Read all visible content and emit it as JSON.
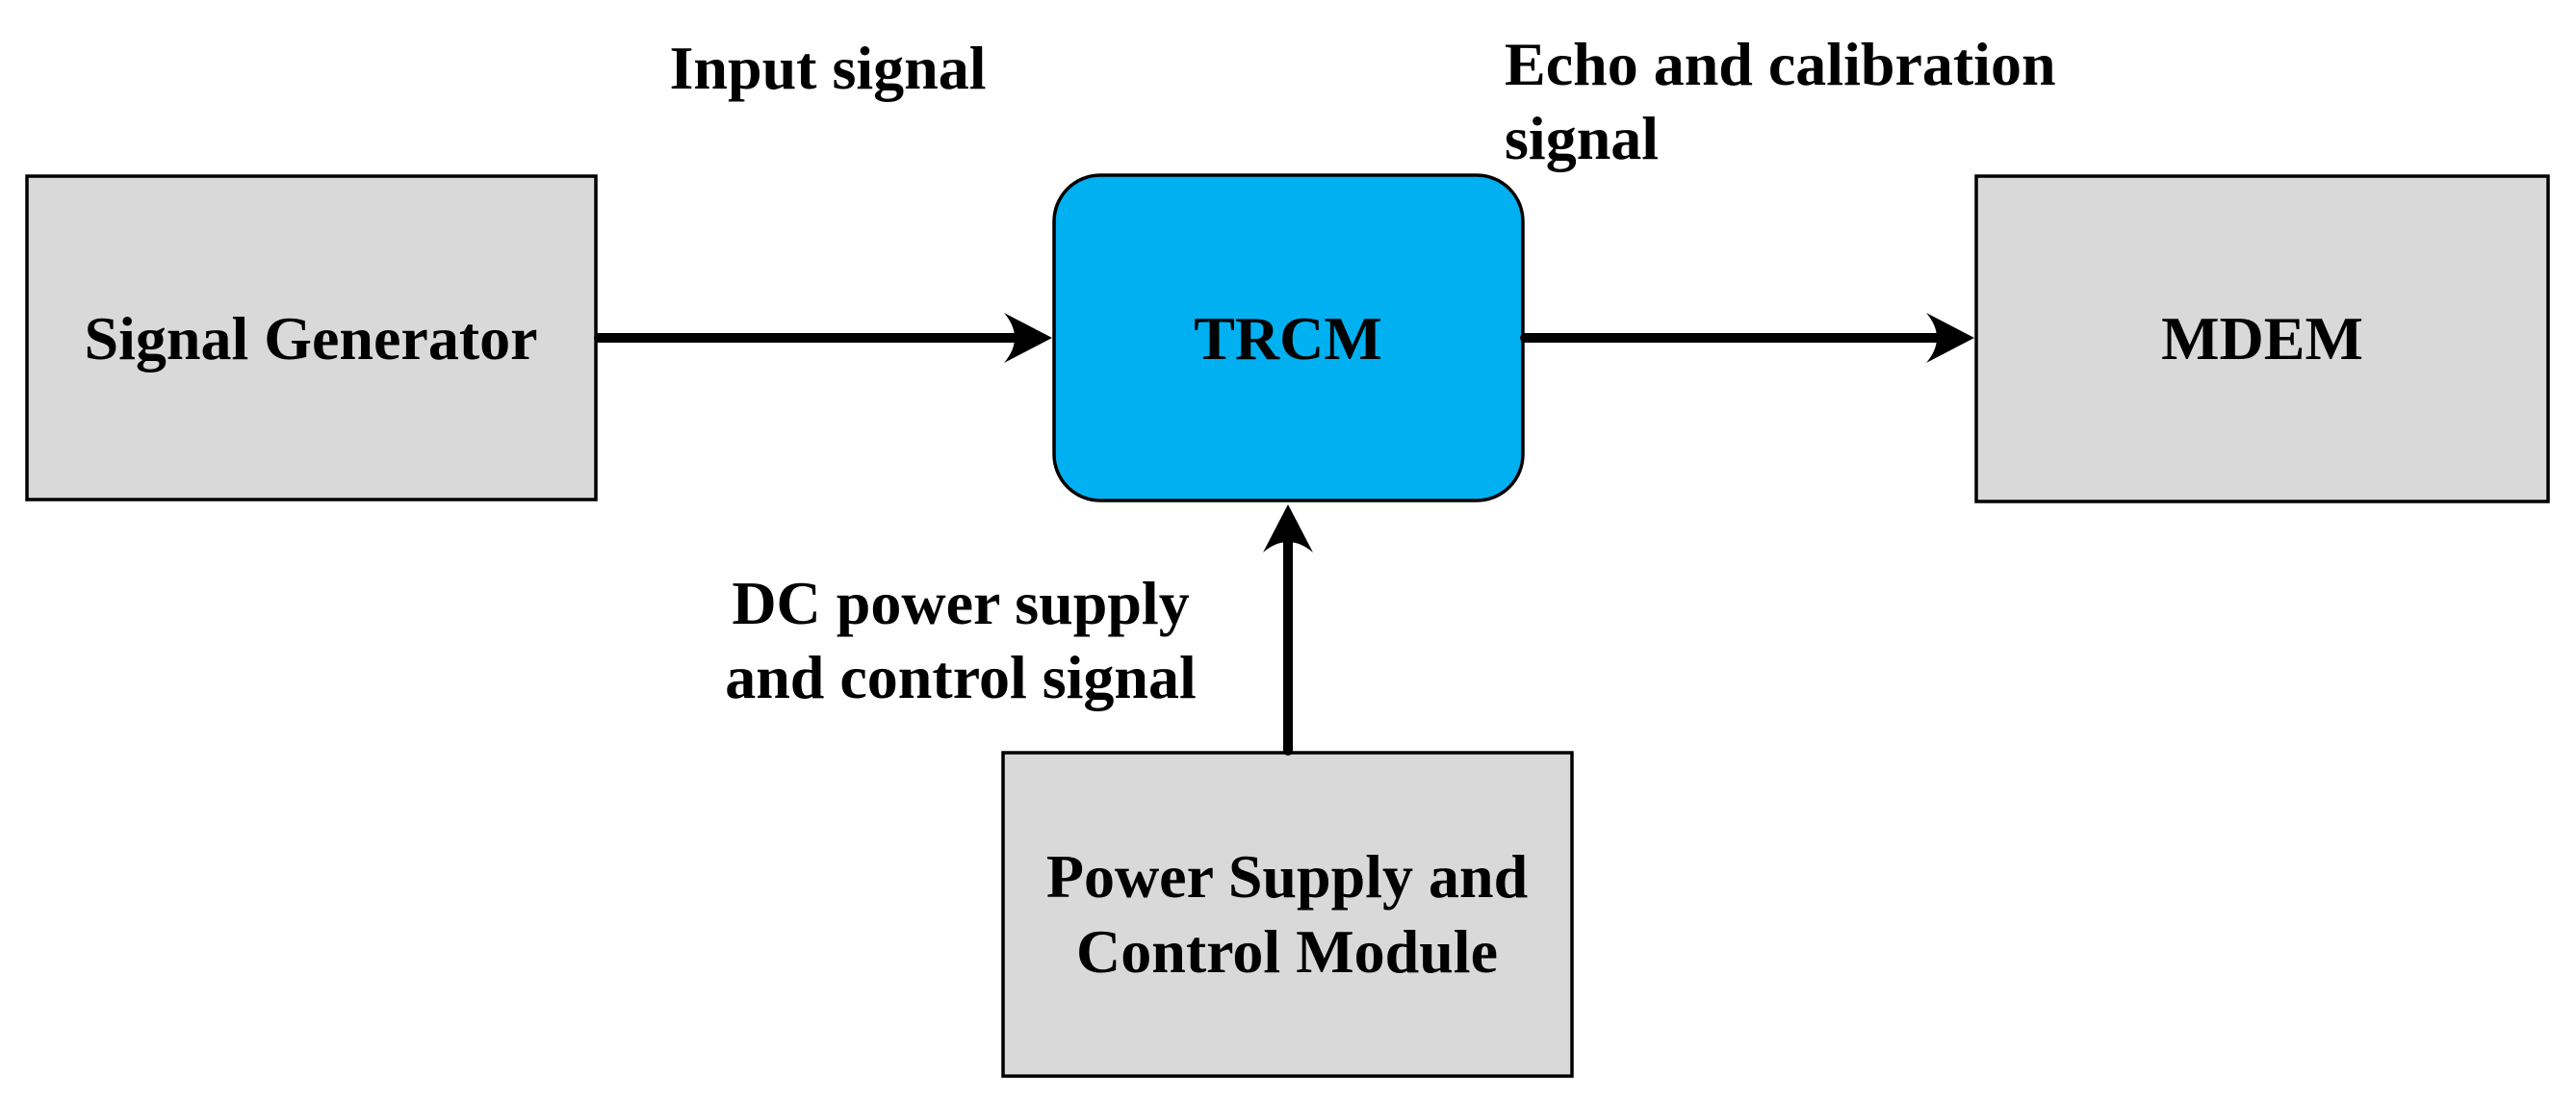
{
  "figure": {
    "type": "block-diagram",
    "background": "#ffffff"
  },
  "colors": {
    "module_fill": "#d9d9d9",
    "trcm_fill": "#00b0f0",
    "outline": "#000000",
    "arrow": "#000000",
    "text": "#000000"
  },
  "nodes": {
    "signal_generator": {
      "label": "Signal Generator"
    },
    "trcm": {
      "label": "TRCM"
    },
    "mdem": {
      "label": "MDEM"
    },
    "power_supply": {
      "label": "Power Supply and Control Module",
      "lines": [
        "Power Supply and",
        "Control Module"
      ]
    }
  },
  "edge_labels": {
    "input_signal": {
      "text": "Input signal"
    },
    "echo": {
      "text": "Echo and calibration signal",
      "lines": [
        "Echo and calibration",
        "signal"
      ]
    },
    "dc": {
      "text": "DC power supply and control signal",
      "lines": [
        "DC power supply",
        "and control signal"
      ]
    }
  }
}
